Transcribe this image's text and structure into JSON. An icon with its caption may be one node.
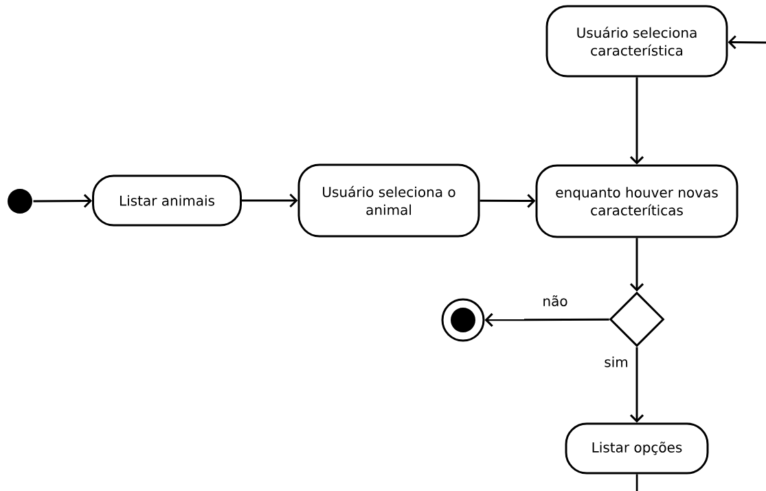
{
  "diagram": {
    "nodes": [
      {
        "text": [],
        "shape": "dot"
      },
      {
        "text": [
          "Listar animais"
        ]
      },
      {
        "text": [
          "Usuário seleciona o animal"
        ]
      },
      {
        "text": [
          "Usuário seleciona característica"
        ]
      },
      {
        "text": [
          "enquanto houver novas caracteríticas"
        ]
      },
      {
        "text": [],
        "shape": "diamond"
      },
      {
        "text": [],
        "shape": "bullseye"
      },
      {
        "text": [
          "Listar opções"
        ]
      }
    ],
    "edges": [
      {
        "from": 0,
        "to": 1,
        "arrow": "to"
      },
      {
        "from": 1,
        "to": 2,
        "arrow": "to"
      },
      {
        "from": 2,
        "to": 4,
        "arrow": "to"
      },
      {
        "from": null,
        "to": 3,
        "arrow": "to"
      },
      {
        "from": 3,
        "to": 4,
        "arrow": "to"
      },
      {
        "from": 4,
        "to": 5,
        "arrow": "to"
      },
      {
        "from": 5,
        "to": 6,
        "arrow": "to",
        "label": "não"
      },
      {
        "from": 5,
        "to": 7,
        "arrow": "to",
        "label": "sim"
      },
      {
        "from": 7,
        "to": null,
        "arrow": "none"
      }
    ]
  }
}
